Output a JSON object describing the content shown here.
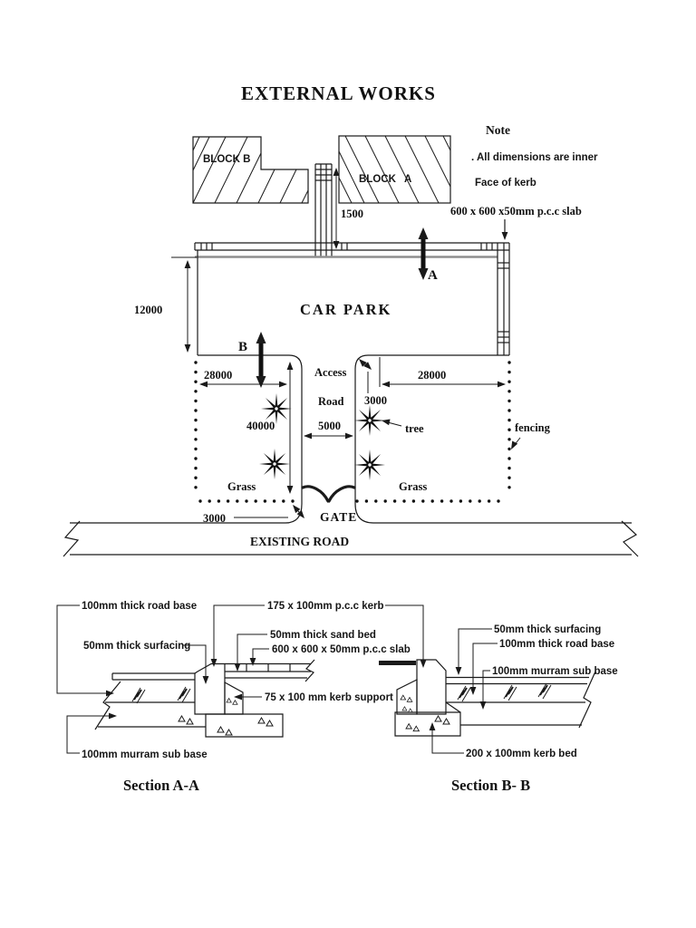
{
  "title": "EXTERNAL WORKS",
  "note": {
    "heading": "Note",
    "line1": ". All dimensions are inner",
    "line2": "Face of kerb",
    "slab": "600 x 600 x50mm p.c.c slab"
  },
  "plan": {
    "block_b": "BLOCK B",
    "block_a": "BLOCK   A",
    "dim_1500": "1500",
    "dim_12000": "12000",
    "car_park": "CAR PARK",
    "marker_a": "A",
    "marker_b": "B",
    "dim_28000_left": "28000",
    "dim_28000_right": "28000",
    "access_1": "Access",
    "access_2": "Road",
    "dim_3000_top": "3000",
    "dim_40000": "40000",
    "dim_5000": "5000",
    "tree": "tree",
    "fencing": "fencing",
    "grass_left": "Grass",
    "grass_right": "Grass",
    "dim_3000_bottom": "3000",
    "gate": "GATE",
    "existing_road": "EXISTING ROAD"
  },
  "section_aa": {
    "title": "Section A-A",
    "road_base": "100mm thick road base",
    "kerb": "175 x 100mm p.c.c kerb",
    "sand_bed": "50mm thick sand bed",
    "slab": "600 x 600 x 50mm p.c.c slab",
    "surfacing": "50mm thick surfacing",
    "kerb_support": "75 x 100 mm kerb support",
    "murram": "100mm murram sub base"
  },
  "section_bb": {
    "title": "Section B- B",
    "surfacing": "50mm thick surfacing",
    "road_base": "100mm thick road base",
    "murram": "100mm murram sub base",
    "kerb_bed": "200 x 100mm kerb bed"
  },
  "colors": {
    "ink": "#1a1a1a",
    "paper": "#ffffff"
  }
}
